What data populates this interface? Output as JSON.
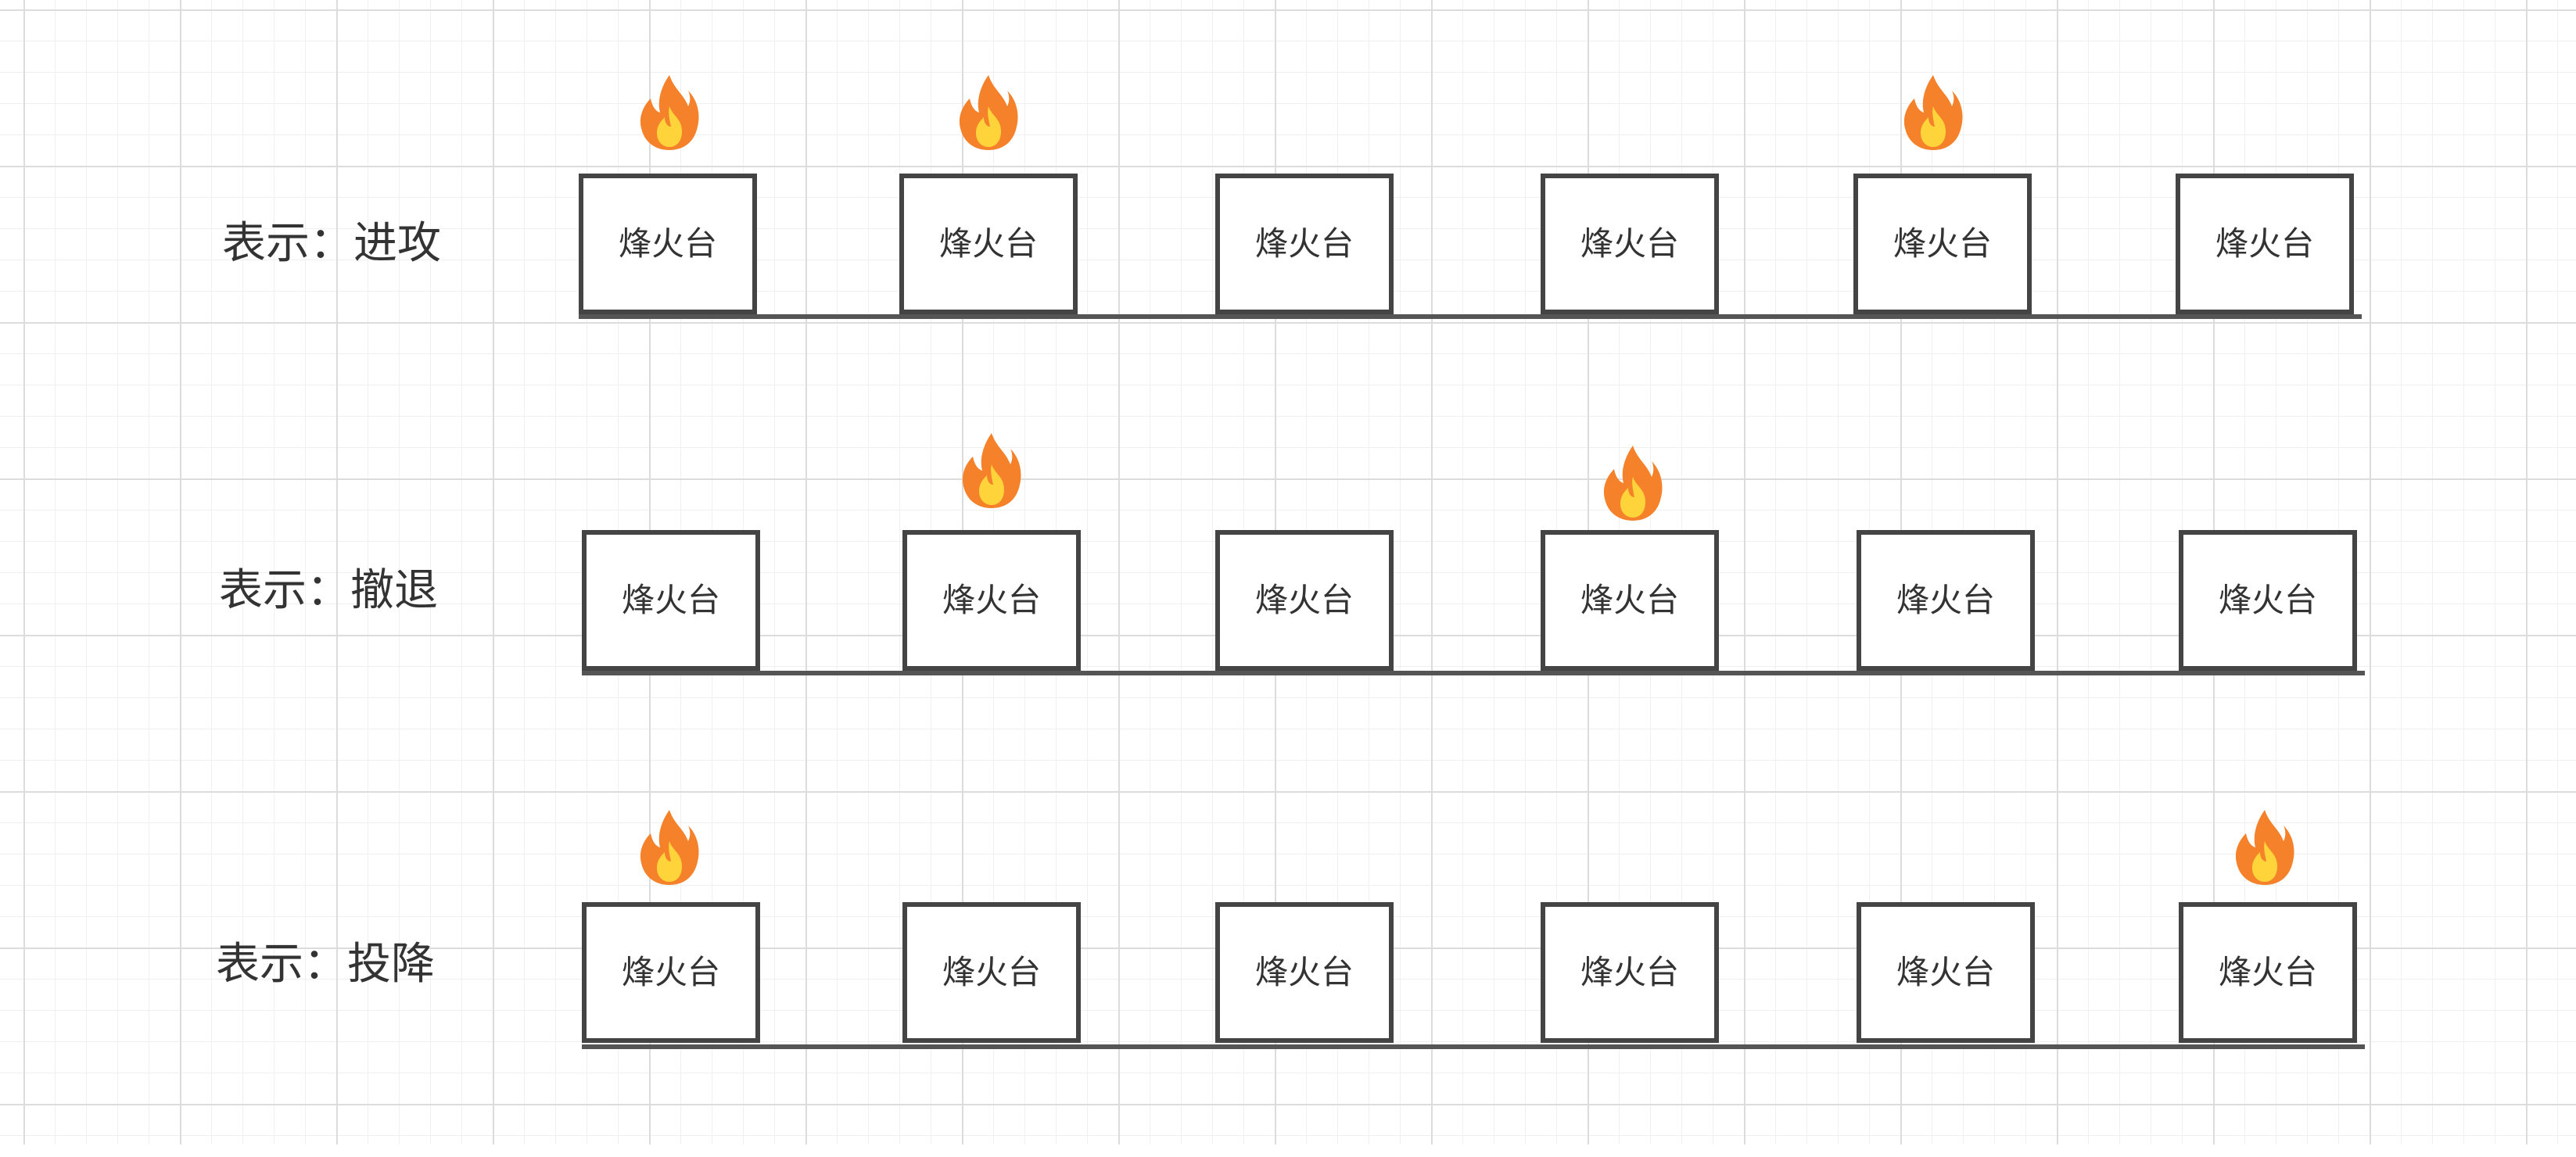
{
  "tower_label": "烽火台",
  "colors": {
    "flame_outer": "#f5822a",
    "flame_inner": "#ffd43b",
    "tower_border": "#444444",
    "grid_line": "#dcdcdc"
  },
  "rows": [
    {
      "label": "表示：进攻",
      "lit": [
        true,
        true,
        false,
        false,
        true,
        false
      ]
    },
    {
      "label": "表示：撤退",
      "lit": [
        false,
        true,
        false,
        true,
        false,
        false
      ]
    },
    {
      "label": "表示：投降",
      "lit": [
        true,
        false,
        false,
        false,
        false,
        true
      ]
    }
  ]
}
